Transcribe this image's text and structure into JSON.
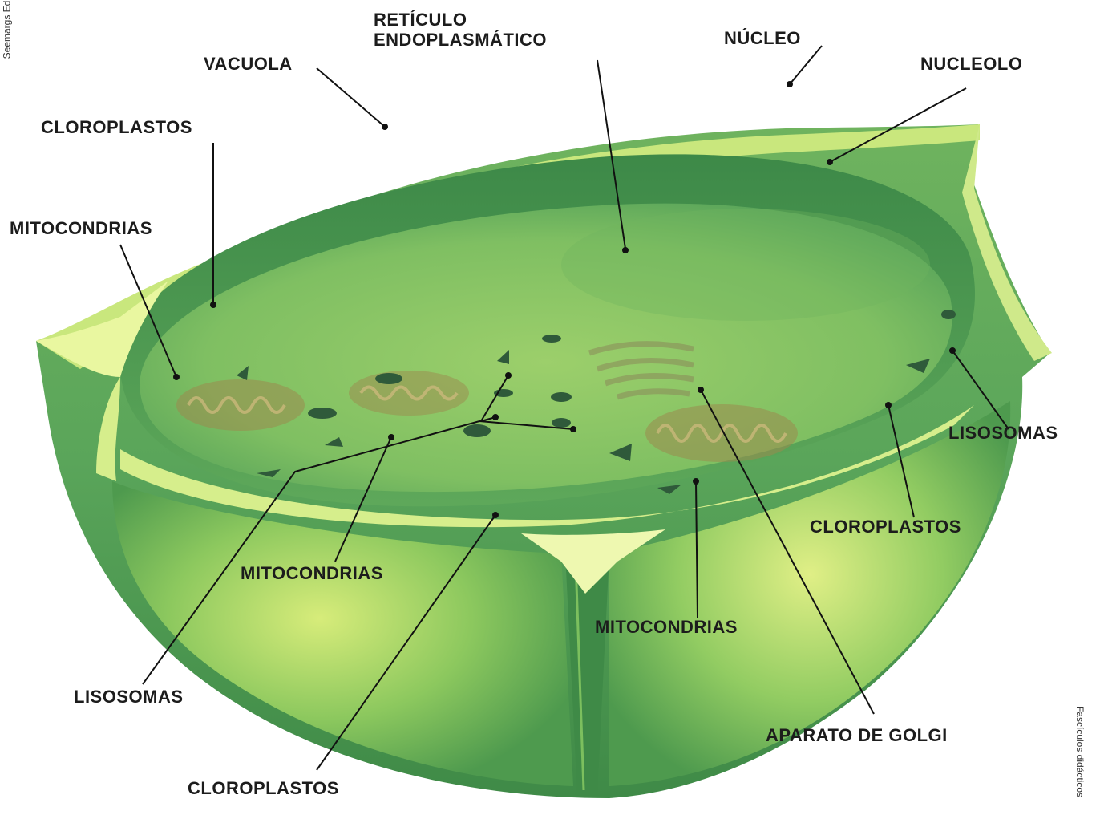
{
  "diagram": {
    "labels": {
      "reticulo_line1": "RETÍCULO",
      "reticulo_line2": "ENDOPLASMÁTICO",
      "nucleo": "NÚCLEO",
      "vacuola": "VACUOLA",
      "nucleolo": "NUCLEOLO",
      "cloroplastos_top_left": "CLOROPLASTOS",
      "mitocondrias_left": "MITOCONDRIAS",
      "lisosomas_right": "LISOSOMAS",
      "cloroplastos_right": "CLOROPLASTOS",
      "mitocondrias_center": "MITOCONDRIAS",
      "mitocondrias_bottom_right": "MITOCONDRIAS",
      "lisosomas_bottom_left": "LISOSOMAS",
      "aparato_golgi": "APARATO DE GOLGI",
      "cloroplastos_bottom": "CLOROPLASTOS"
    },
    "credits": {
      "left": "Seemargs Ed",
      "right": "Fascículos didácticos"
    },
    "colors": {
      "cell_dark": "#3f8a47",
      "cell_mid": "#5aa55a",
      "cell_light": "#a9d66a",
      "wall_highlight": "#e9f7a0",
      "organelle": "#2f5a3a",
      "mitochondria": "#9b8a4e",
      "leader_line": "#111111"
    }
  }
}
